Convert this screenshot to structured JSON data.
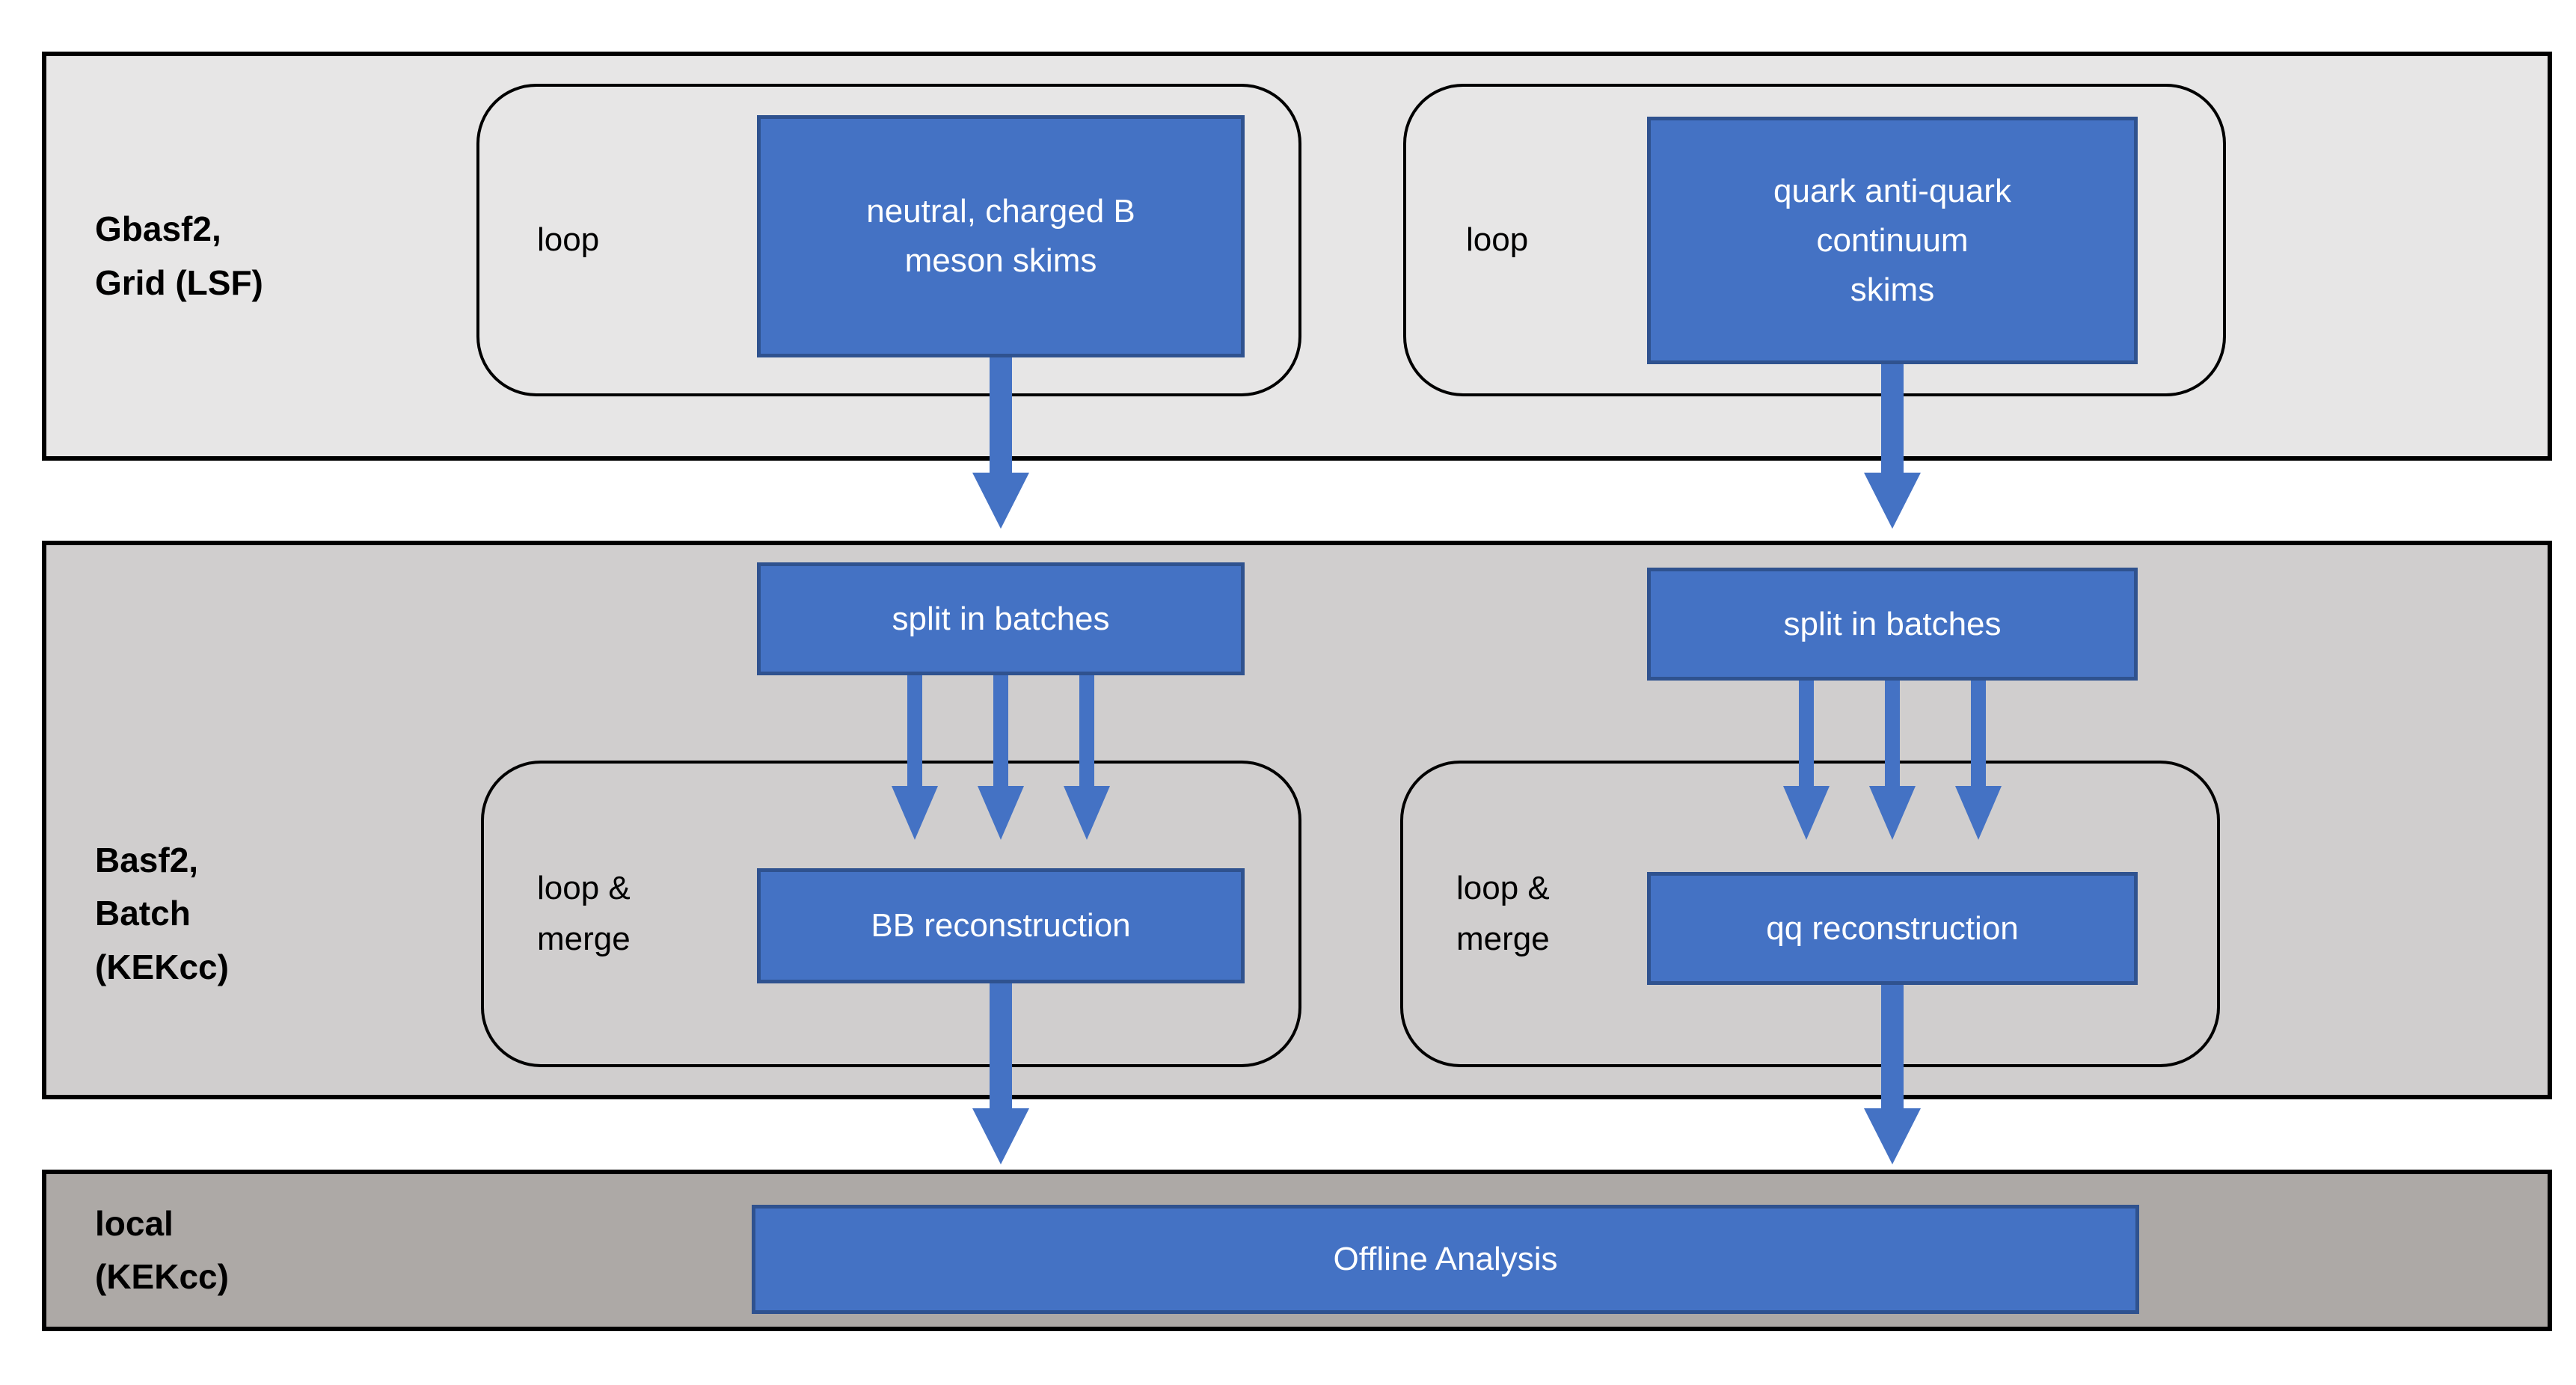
{
  "colors": {
    "band_top": "#E7E6E6",
    "band_mid": "#D0CECE",
    "band_bottom": "#ADA9A6",
    "box_fill": "#4472C4",
    "box_border": "#2F528F",
    "outline": "#000000",
    "text_on_blue": "#FFFFFF"
  },
  "bands": {
    "grid": {
      "label": "Gbasf2,\nGrid (LSF)"
    },
    "batch": {
      "label": "Basf2,\nBatch\n(KEKcc)"
    },
    "local": {
      "label": "local\n(KEKcc)"
    }
  },
  "nodes": {
    "loop_left": {
      "label": "loop"
    },
    "loop_right": {
      "label": "loop"
    },
    "skim_b": {
      "label": "neutral, charged B\nmeson skims"
    },
    "skim_q": {
      "label": "quark anti-quark\ncontinuum\nskims"
    },
    "split_left": {
      "label": "split in batches"
    },
    "split_right": {
      "label": "split in batches"
    },
    "loop_merge_left": {
      "label": "loop &\nmerge"
    },
    "loop_merge_right": {
      "label": "loop &\nmerge"
    },
    "recon_b": {
      "label": "BB reconstruction"
    },
    "recon_q": {
      "label": "qq reconstruction"
    },
    "offline": {
      "label": "Offline Analysis"
    }
  }
}
